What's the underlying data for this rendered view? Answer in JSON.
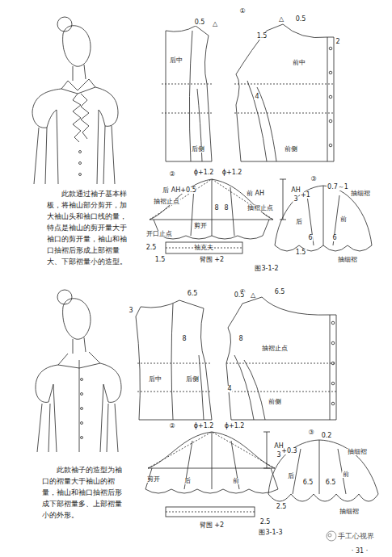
{
  "diagram": {
    "labels": [
      "此款通过袖子基本样板，将袖山部分剪开，加大袖山头和袖口线的量，特点是袖山的剪开量大于袖口的剪开量，袖山和袖口抽褶后形成上部褶量大、下部褶量小的造型。",
      "①",
      "0.5",
      "△",
      "0.5",
      "△",
      "1.5",
      "后中",
      "前中",
      "2",
      "4",
      "后侧",
      "前侧",
      "②",
      "ϕ+1.2",
      "ϕ+1.2",
      "后 AH+0.5",
      "抽褶止点",
      "前 AH",
      "抽褶止点",
      "AH",
      "3",
      "+1",
      "剪开",
      "8",
      "8",
      "开口止点",
      "2.5",
      "袖克夫",
      "1.5",
      "臂围 +2",
      "③",
      "0.7～1",
      "抽细褶",
      "后",
      "前",
      "6",
      "6",
      "1.5",
      "抽细褶",
      "图3-1-2",
      "此款袖子的造型为袖口的褶量大于袖山的褶量，袖山和袖口抽褶后形成下部褶量多、上部褶量小的外形。",
      "①",
      "3",
      "6.5",
      "8",
      "后中",
      "后侧",
      "0.5",
      "△",
      "6.5",
      "8",
      "抽褶止点",
      "4",
      "前侧",
      "②",
      "ϕ+1.2",
      "ϕ+1.2",
      "AH",
      "3",
      "+0.3",
      "剪开",
      "后",
      "前",
      "2.5",
      "臂围 +2",
      "③",
      "0.2",
      "抽细褶",
      "后",
      "前",
      "6.5",
      "6.5",
      "2.5",
      "抽细褶",
      "图3-1-3",
      "· 31 ·",
      "手工心视界"
    ]
  }
}
